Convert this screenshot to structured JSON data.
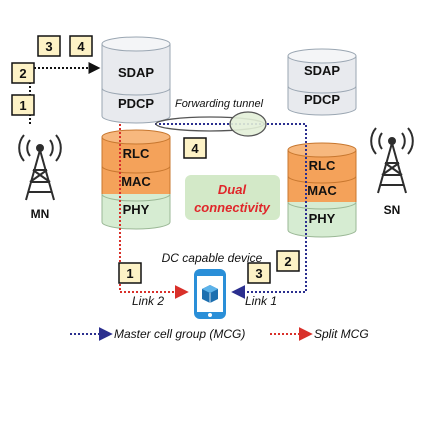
{
  "mn": {
    "label": "MN",
    "layers": [
      "SDAP",
      "PDCP",
      "RLC",
      "MAC",
      "PHY"
    ]
  },
  "sn": {
    "label": "SN",
    "layers": [
      "SDAP",
      "PDCP",
      "RLC",
      "MAC",
      "PHY"
    ]
  },
  "forwarding_tunnel": "Forwarding tunnel",
  "dual_connectivity": [
    "Dual",
    "connectivity"
  ],
  "device_label": "DC capable device",
  "link1": "Link 1",
  "link2": "Link 2",
  "steps": {
    "mn_top_a": "3",
    "mn_top_b": "4",
    "mn_left_2": "2",
    "mn_left_1": "1",
    "tunnel": "4",
    "link2_step": "1",
    "link1_step": "3",
    "sn_step": "2"
  },
  "legend": {
    "mcg": "Master cell group (MCG)",
    "split": "Split MCG"
  },
  "colors": {
    "mcg_line": "#2b2f8f",
    "split_line": "#d9302a",
    "box_fill": "#fdf2c6",
    "orange": "#f4a25a",
    "grey": "#e8eaee",
    "green": "#d6ecd2",
    "dual_text": "#e0262a",
    "dual_bg": "#d3e9c8",
    "phone": "#2a8fd8"
  }
}
